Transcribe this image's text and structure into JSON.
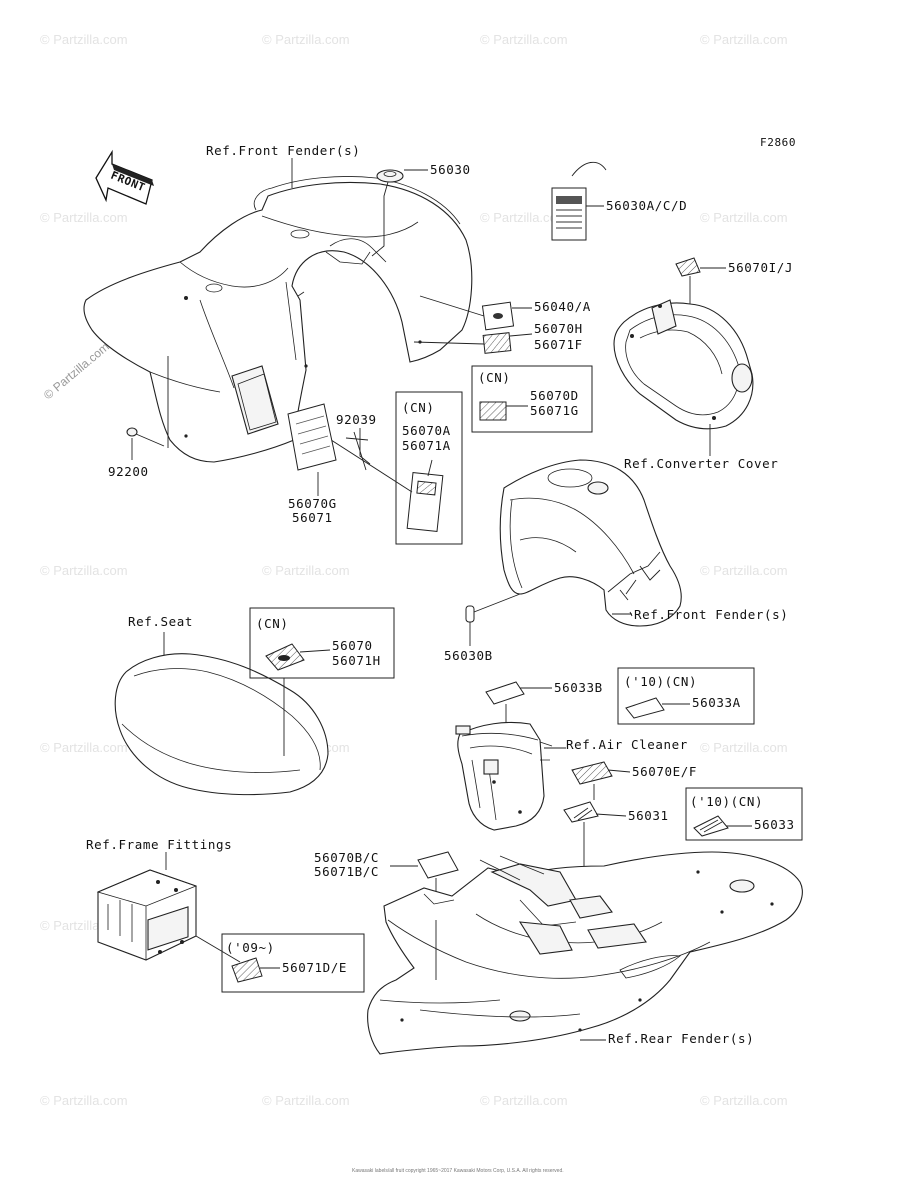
{
  "diagram_code": "F2860",
  "front_arrow_text": "FRONT",
  "watermark_text": "© Partzilla.com",
  "footer_text": "Kawasaki labels/all fruit copyright 1965~2017 Kawasaki Motors Corp, U.S.A. All rights reserved.",
  "labels": {
    "ref_front_fender_top": "Ref.Front Fender(s)",
    "p56030": "56030",
    "p56030acd": "56030A/C/D",
    "p56070ij": "56070I/J",
    "p56040a": "56040/A",
    "p56070h": "56070H",
    "p56071f": "56071F",
    "cn1": "(CN)",
    "p56070d": "56070D",
    "p56071g": "56071G",
    "cn2": "(CN)",
    "p56070a": "56070A",
    "p56071a": "56071A",
    "p92039": "92039",
    "p92200": "92200",
    "p56070g": "56070G",
    "p56071": "56071",
    "ref_converter_cover": "Ref.Converter Cover",
    "ref_front_fender_mid": "Ref.Front Fender(s)",
    "p56030b": "56030B",
    "ref_seat": "Ref.Seat",
    "cn3": "(CN)",
    "p56070": "56070",
    "p56071h": "56071H",
    "p56033b": "56033B",
    "y10cn1": "('10)(CN)",
    "p56033a": "56033A",
    "ref_air_cleaner": "Ref.Air Cleaner",
    "p56070ef": "56070E/F",
    "p56031": "56031",
    "y10cn2": "('10)(CN)",
    "p56033": "56033",
    "ref_frame_fittings": "Ref.Frame Fittings",
    "p56070bc": "56070B/C",
    "p56071bc": "56071B/C",
    "y09": "('09~)",
    "p56071de": "56071D/E",
    "ref_rear_fender": "Ref.Rear Fender(s)"
  }
}
